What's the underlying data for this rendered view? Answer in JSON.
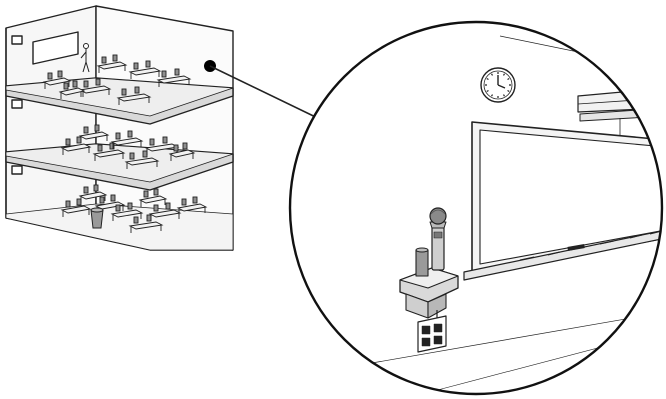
{
  "building": {
    "floors": 3,
    "floor_labels": [
      "top-floor-classroom",
      "middle-floor-classroom",
      "ground-floor-classroom"
    ]
  },
  "callout": {
    "marker_color": "#000000",
    "detail": "classroom-wall-detail"
  },
  "detail_items": [
    "wall-clock-icon",
    "projector-screen-housing",
    "whiteboard",
    "wireless-microphone",
    "microphone-charging-base",
    "wall-outlet-plate"
  ],
  "colors": {
    "line": "#222222",
    "fill_light": "#f2f2f2",
    "fill_mid": "#d9d9d9",
    "fill_dark": "#9a9a9a",
    "background": "#ffffff"
  }
}
